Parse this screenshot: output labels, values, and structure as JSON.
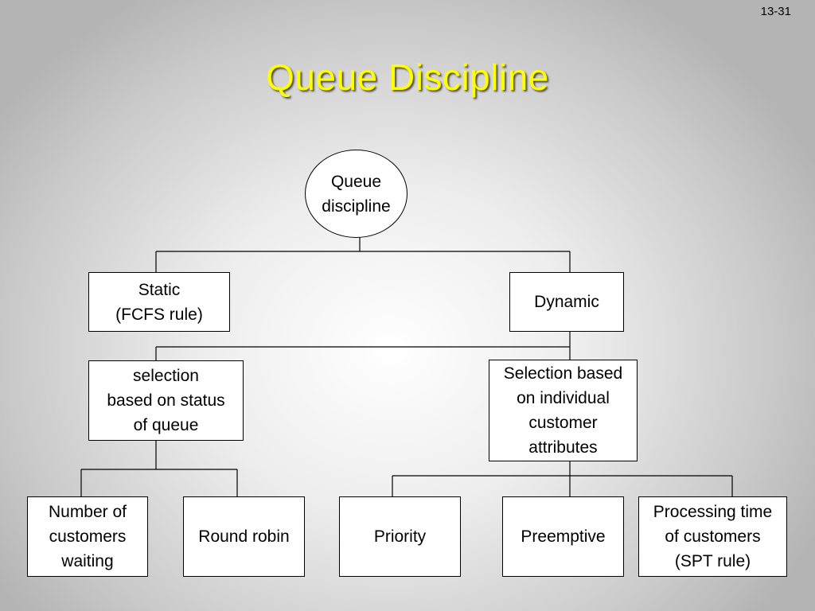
{
  "slide": {
    "number": "13-31",
    "title": "Queue Discipline"
  },
  "diagram": {
    "root": "Queue\ndiscipline",
    "static": "Static\n(FCFS rule)",
    "dynamic": "Dynamic",
    "selection_status": "selection\nbased on status\nof queue",
    "selection_attributes": "Selection based\non individual\ncustomer\nattributes",
    "number_waiting": "Number of\ncustomers\nwaiting",
    "round_robin": "Round robin",
    "priority": "Priority",
    "preemptive": "Preemptive",
    "processing_time": "Processing time\nof customers\n(SPT rule)"
  }
}
